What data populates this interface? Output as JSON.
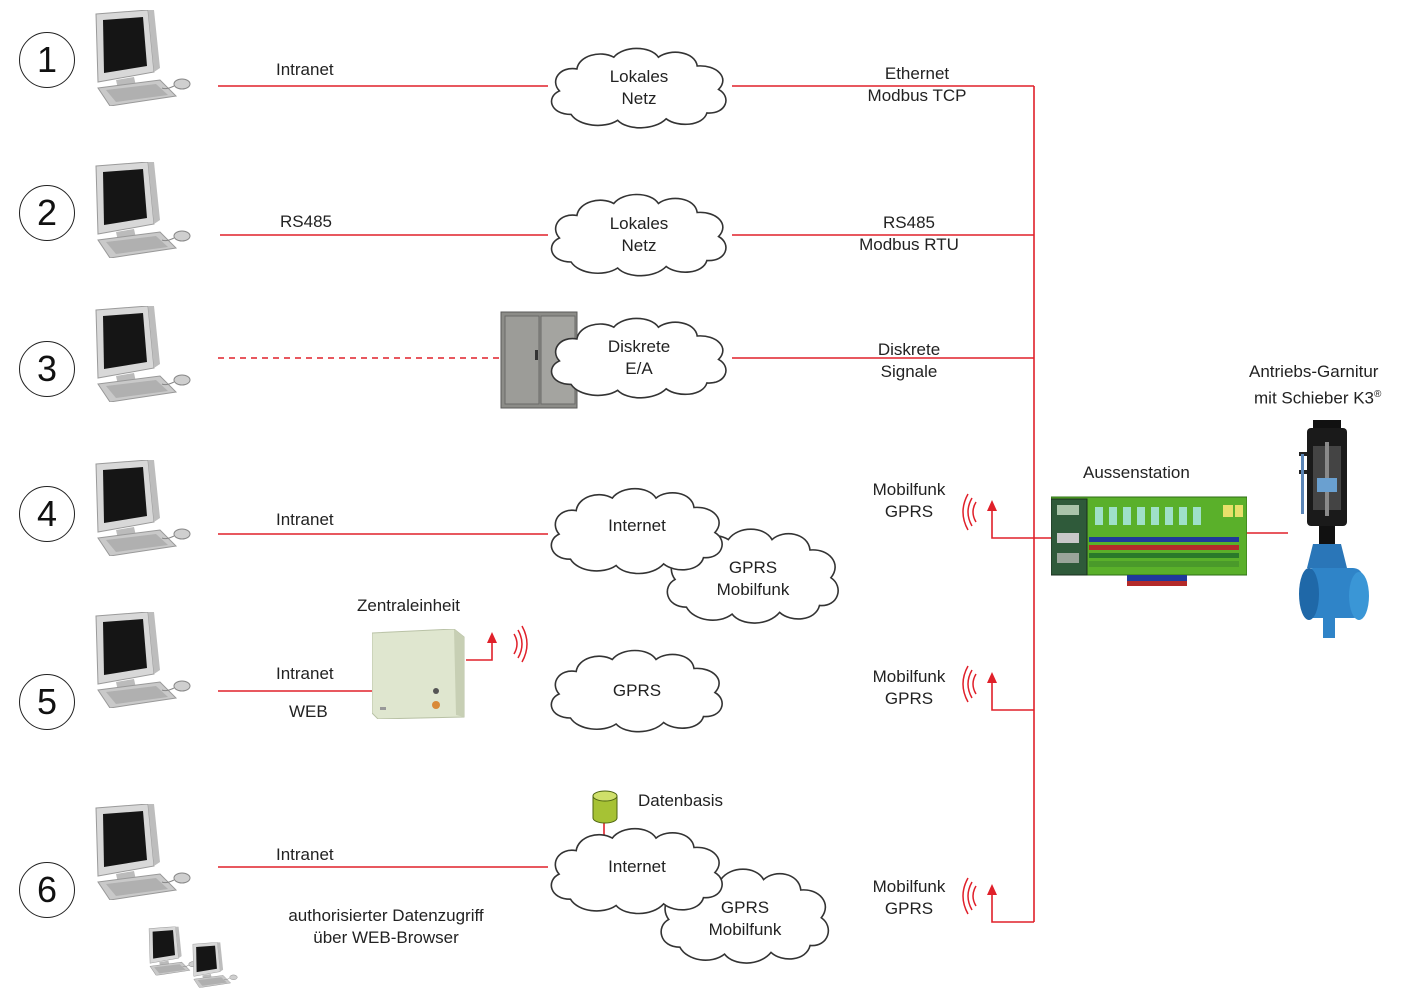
{
  "rows": [
    {
      "number": "1",
      "link_label": "Intranet",
      "cloud": [
        "Lokales",
        "Netz"
      ],
      "protocol": [
        "Ethernet",
        "Modbus TCP"
      ]
    },
    {
      "number": "2",
      "link_label": "RS485",
      "cloud": [
        "Lokales",
        "Netz"
      ],
      "protocol": [
        "RS485",
        "Modbus RTU"
      ]
    },
    {
      "number": "3",
      "link_label": "",
      "cloud": [
        "Diskrete",
        "E/A"
      ],
      "protocol": [
        "Diskrete",
        "Signale"
      ]
    },
    {
      "number": "4",
      "link_label": "Intranet",
      "cloud": [
        "Internet"
      ],
      "cloud2": [
        "GPRS",
        "Mobilfunk"
      ],
      "protocol": [
        "Mobilfunk",
        "GPRS"
      ]
    },
    {
      "number": "5",
      "link_label": "Intranet",
      "link_label2": "WEB",
      "cloud": [
        "GPRS"
      ],
      "protocol": [
        "Mobilfunk",
        "GPRS"
      ]
    },
    {
      "number": "6",
      "link_label": "Intranet",
      "cloud": [
        "Internet"
      ],
      "cloud2": [
        "GPRS",
        "Mobilfunk"
      ],
      "protocol": [
        "Mobilfunk",
        "GPRS"
      ]
    }
  ],
  "central_unit_label": "Zentraleinheit",
  "database_label": "Datenbasis",
  "web_access": [
    "authorisierter Datenzugriff",
    "über WEB-Browser"
  ],
  "outstation_label": "Aussenstation",
  "actuator_label": [
    "Antriebs-Garnitur",
    "mit Schieber K3",
    "®"
  ],
  "colors": {
    "line": "#e0202a",
    "text": "#222222",
    "cloud_stroke": "#333333",
    "outstation": "#5ab02a"
  },
  "icons": [
    "computer-icon",
    "cloud-icon",
    "cabinet-icon",
    "radio-wave-icon",
    "database-icon",
    "outstation-icon",
    "valve-actuator-icon"
  ]
}
